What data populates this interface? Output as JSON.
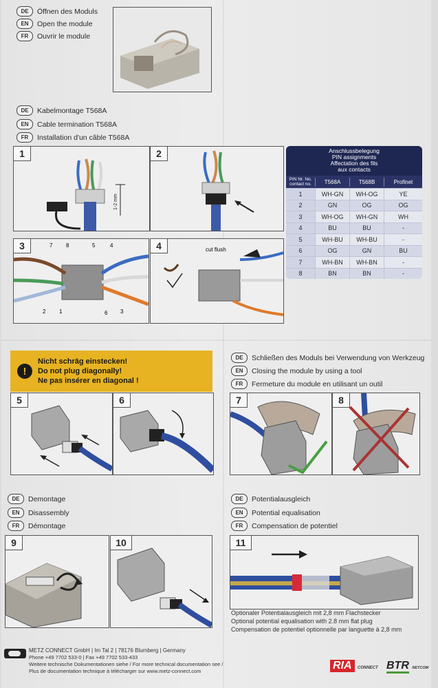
{
  "section_open": {
    "rows": [
      {
        "code": "DE",
        "text": "Öffnen des Moduls"
      },
      {
        "code": "EN",
        "text": "Open the module"
      },
      {
        "code": "FR",
        "text": "Ouvrir le module"
      }
    ]
  },
  "section_cable": {
    "rows": [
      {
        "code": "DE",
        "text": "Kabelmontage T568A"
      },
      {
        "code": "EN",
        "text": "Cable termination T568A"
      },
      {
        "code": "FR",
        "text": "Installation d'un câble T568A"
      }
    ]
  },
  "steps": {
    "s1": "1",
    "s2": "2",
    "s3": "3",
    "s4": "4",
    "s5": "5",
    "s6": "6",
    "s7": "7",
    "s8": "8",
    "s9": "9",
    "s10": "10",
    "s11": "11"
  },
  "step1": {
    "measure": "1-2 mm"
  },
  "step3": {
    "labels": [
      "7",
      "8",
      "5",
      "4",
      "2",
      "1",
      "6",
      "3"
    ]
  },
  "step4": {
    "label": "cut flush"
  },
  "pin_table": {
    "title": [
      "Anschlussbelegung",
      "PIN assignments",
      "Affectation des fils",
      "aux contacts"
    ],
    "columns": [
      "PIN Nr. No. contact no.",
      "T568A",
      "T568B",
      "Profinet"
    ],
    "rows": [
      [
        "1",
        "WH-GN",
        "WH-OG",
        "YE"
      ],
      [
        "2",
        "GN",
        "OG",
        "OG"
      ],
      [
        "3",
        "WH-OG",
        "WH-GN",
        "WH"
      ],
      [
        "4",
        "BU",
        "BU",
        "-"
      ],
      [
        "5",
        "WH-BU",
        "WH-BU",
        "-"
      ],
      [
        "6",
        "OG",
        "GN",
        "BU"
      ],
      [
        "7",
        "WH-BN",
        "WH-BN",
        "-"
      ],
      [
        "8",
        "BN",
        "BN",
        "-"
      ]
    ]
  },
  "warning": {
    "icon": "!",
    "lines": [
      "Nicht schräg einstecken!",
      "Do not plug diagonally!",
      "Ne pas insérer en diagonal !"
    ]
  },
  "section_closing": {
    "rows": [
      {
        "code": "DE",
        "text": "Schließen des Moduls bei Verwendung von Werkzeug"
      },
      {
        "code": "EN",
        "text": "Closing the module by using a tool"
      },
      {
        "code": "FR",
        "text": "Fermeture du module en utilisant un outil"
      }
    ]
  },
  "section_disassembly": {
    "rows": [
      {
        "code": "DE",
        "text": "Demontage"
      },
      {
        "code": "EN",
        "text": "Disassembly"
      },
      {
        "code": "FR",
        "text": "Démontage"
      }
    ]
  },
  "section_potential": {
    "rows": [
      {
        "code": "DE",
        "text": "Potentialausgleich"
      },
      {
        "code": "EN",
        "text": "Potential equalisation"
      },
      {
        "code": "FR",
        "text": "Compensation de potentiel"
      }
    ]
  },
  "step11_caption": [
    "Optionaler Potentialausgleich mit 2,8 mm Flachstecker",
    "Optional potential equalisation with 2.8 mm flat plug",
    "Compensation de potentiel optionnelle par languette à 2,8 mm"
  ],
  "footer": {
    "company": "METZ CONNECT GmbH | Im Tal 2 | 78176 Blumberg | Germany",
    "phone": "Phone +49 7702 533-0 | Fax +49 7702 533-433",
    "more_de": "Weitere technische Dokumentationen siehe / For more technical documentation see /",
    "more_fr": "Plus de documentation technique à télécharger sur www.metz-connect.com",
    "logo_ria": "RIA",
    "logo_ria_sub": "CONNECT",
    "logo_btr": "BTR",
    "logo_btr_sub": "NETCOM"
  }
}
